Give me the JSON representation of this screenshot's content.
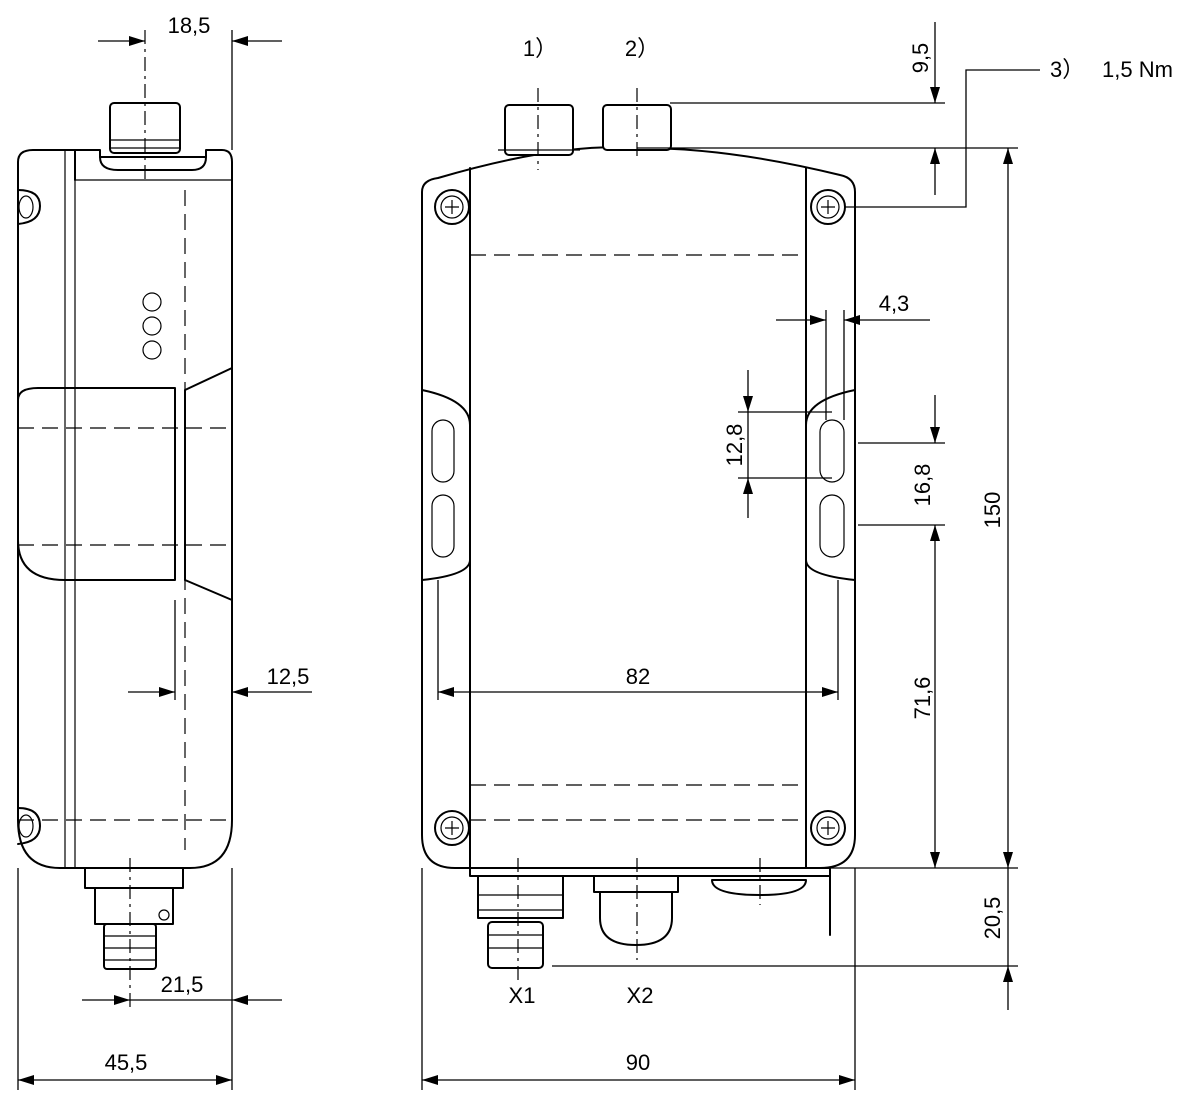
{
  "dimensions": {
    "side_top_width": "18,5",
    "side_step": "12,5",
    "side_connector": "21,5",
    "side_total_depth": "45,5",
    "front_top_offset": "9,5",
    "front_slot_width": "4,3",
    "front_slot_length": "12,8",
    "front_slot_pitch": "16,8",
    "front_height": "150",
    "front_lower_offset": "71,6",
    "front_hole_spacing": "82",
    "front_connector_height": "20,5",
    "front_total_width": "90"
  },
  "callouts": {
    "note_1": "1）",
    "note_2": "2）",
    "note_3": "3）",
    "torque": "1,5 Nm"
  },
  "connectors": {
    "x1": "X1",
    "x2": "X2"
  }
}
